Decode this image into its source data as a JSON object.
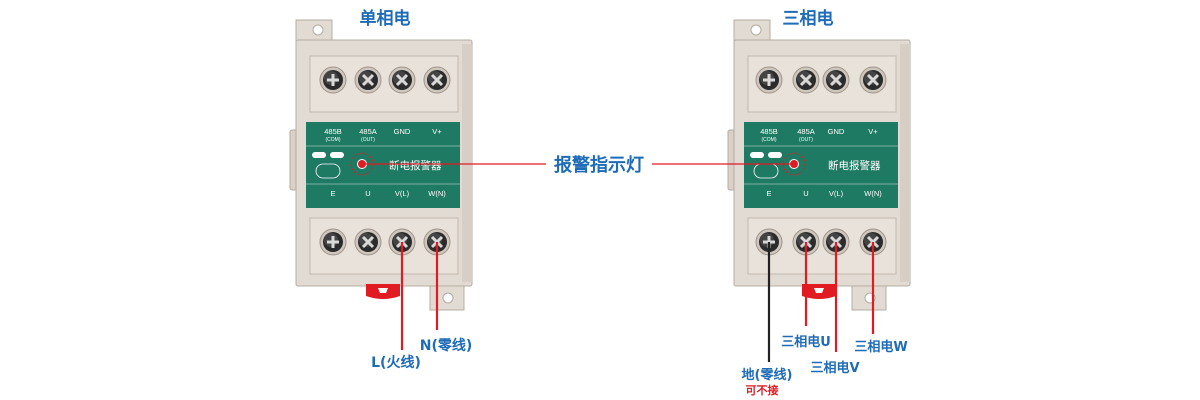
{
  "colors": {
    "housing": "#e2dbd3",
    "housing_edge": "#b6aca2",
    "teal": "#1f7a63",
    "accent_blue": "#1e6bb8",
    "wire_red": "#e11b22",
    "wire_black": "#222222"
  },
  "left_device": {
    "title": "单相电",
    "top_terminals": [
      "485B",
      "485A",
      "GND",
      "V+"
    ],
    "top_sub": [
      "(COM)",
      "(OUT)",
      "",
      ""
    ],
    "device_name": "断电报警器",
    "bottom_terminals": [
      "E",
      "U",
      "V(L)",
      "W(N)"
    ],
    "wire_labels": [
      "L(火线)",
      "N(零线)"
    ]
  },
  "right_device": {
    "title": "三相电",
    "top_terminals": [
      "485B",
      "485A",
      "GND",
      "V+"
    ],
    "top_sub": [
      "(COM)",
      "(OUT)",
      "",
      ""
    ],
    "device_name": "断电报警器",
    "bottom_terminals": [
      "E",
      "U",
      "V(L)",
      "W(N)"
    ],
    "wire_labels": [
      "地(零线)",
      "三相电U",
      "三相电V",
      "三相电W"
    ],
    "note": "可不接"
  },
  "indicator_label": "报警指示灯",
  "icons": [
    "screw-terminal-icon",
    "indicator-led-icon",
    "mount-hole-icon"
  ]
}
